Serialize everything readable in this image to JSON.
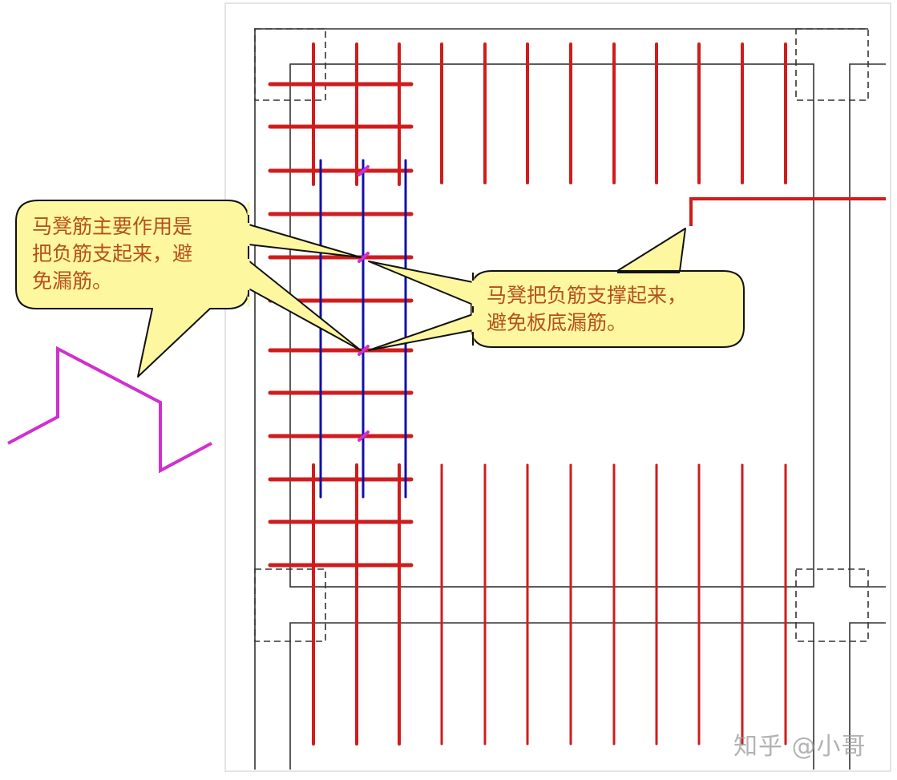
{
  "callouts": {
    "left": {
      "lines": [
        "马凳筋主要作用是",
        "把负筋支起来，避",
        "免漏筋。"
      ]
    },
    "right": {
      "lines": [
        "马凳把负筋支撑起来，",
        "避免板底漏筋。"
      ]
    }
  },
  "watermark": "知乎 @小哥",
  "colors": {
    "rebar_negative": "#d01c1c",
    "rebar_support": "#1010a8",
    "chair_bar": "#d030d0",
    "callout_fill": "#fdf7a0",
    "callout_text": "#b5501a",
    "outline": "#333333"
  }
}
